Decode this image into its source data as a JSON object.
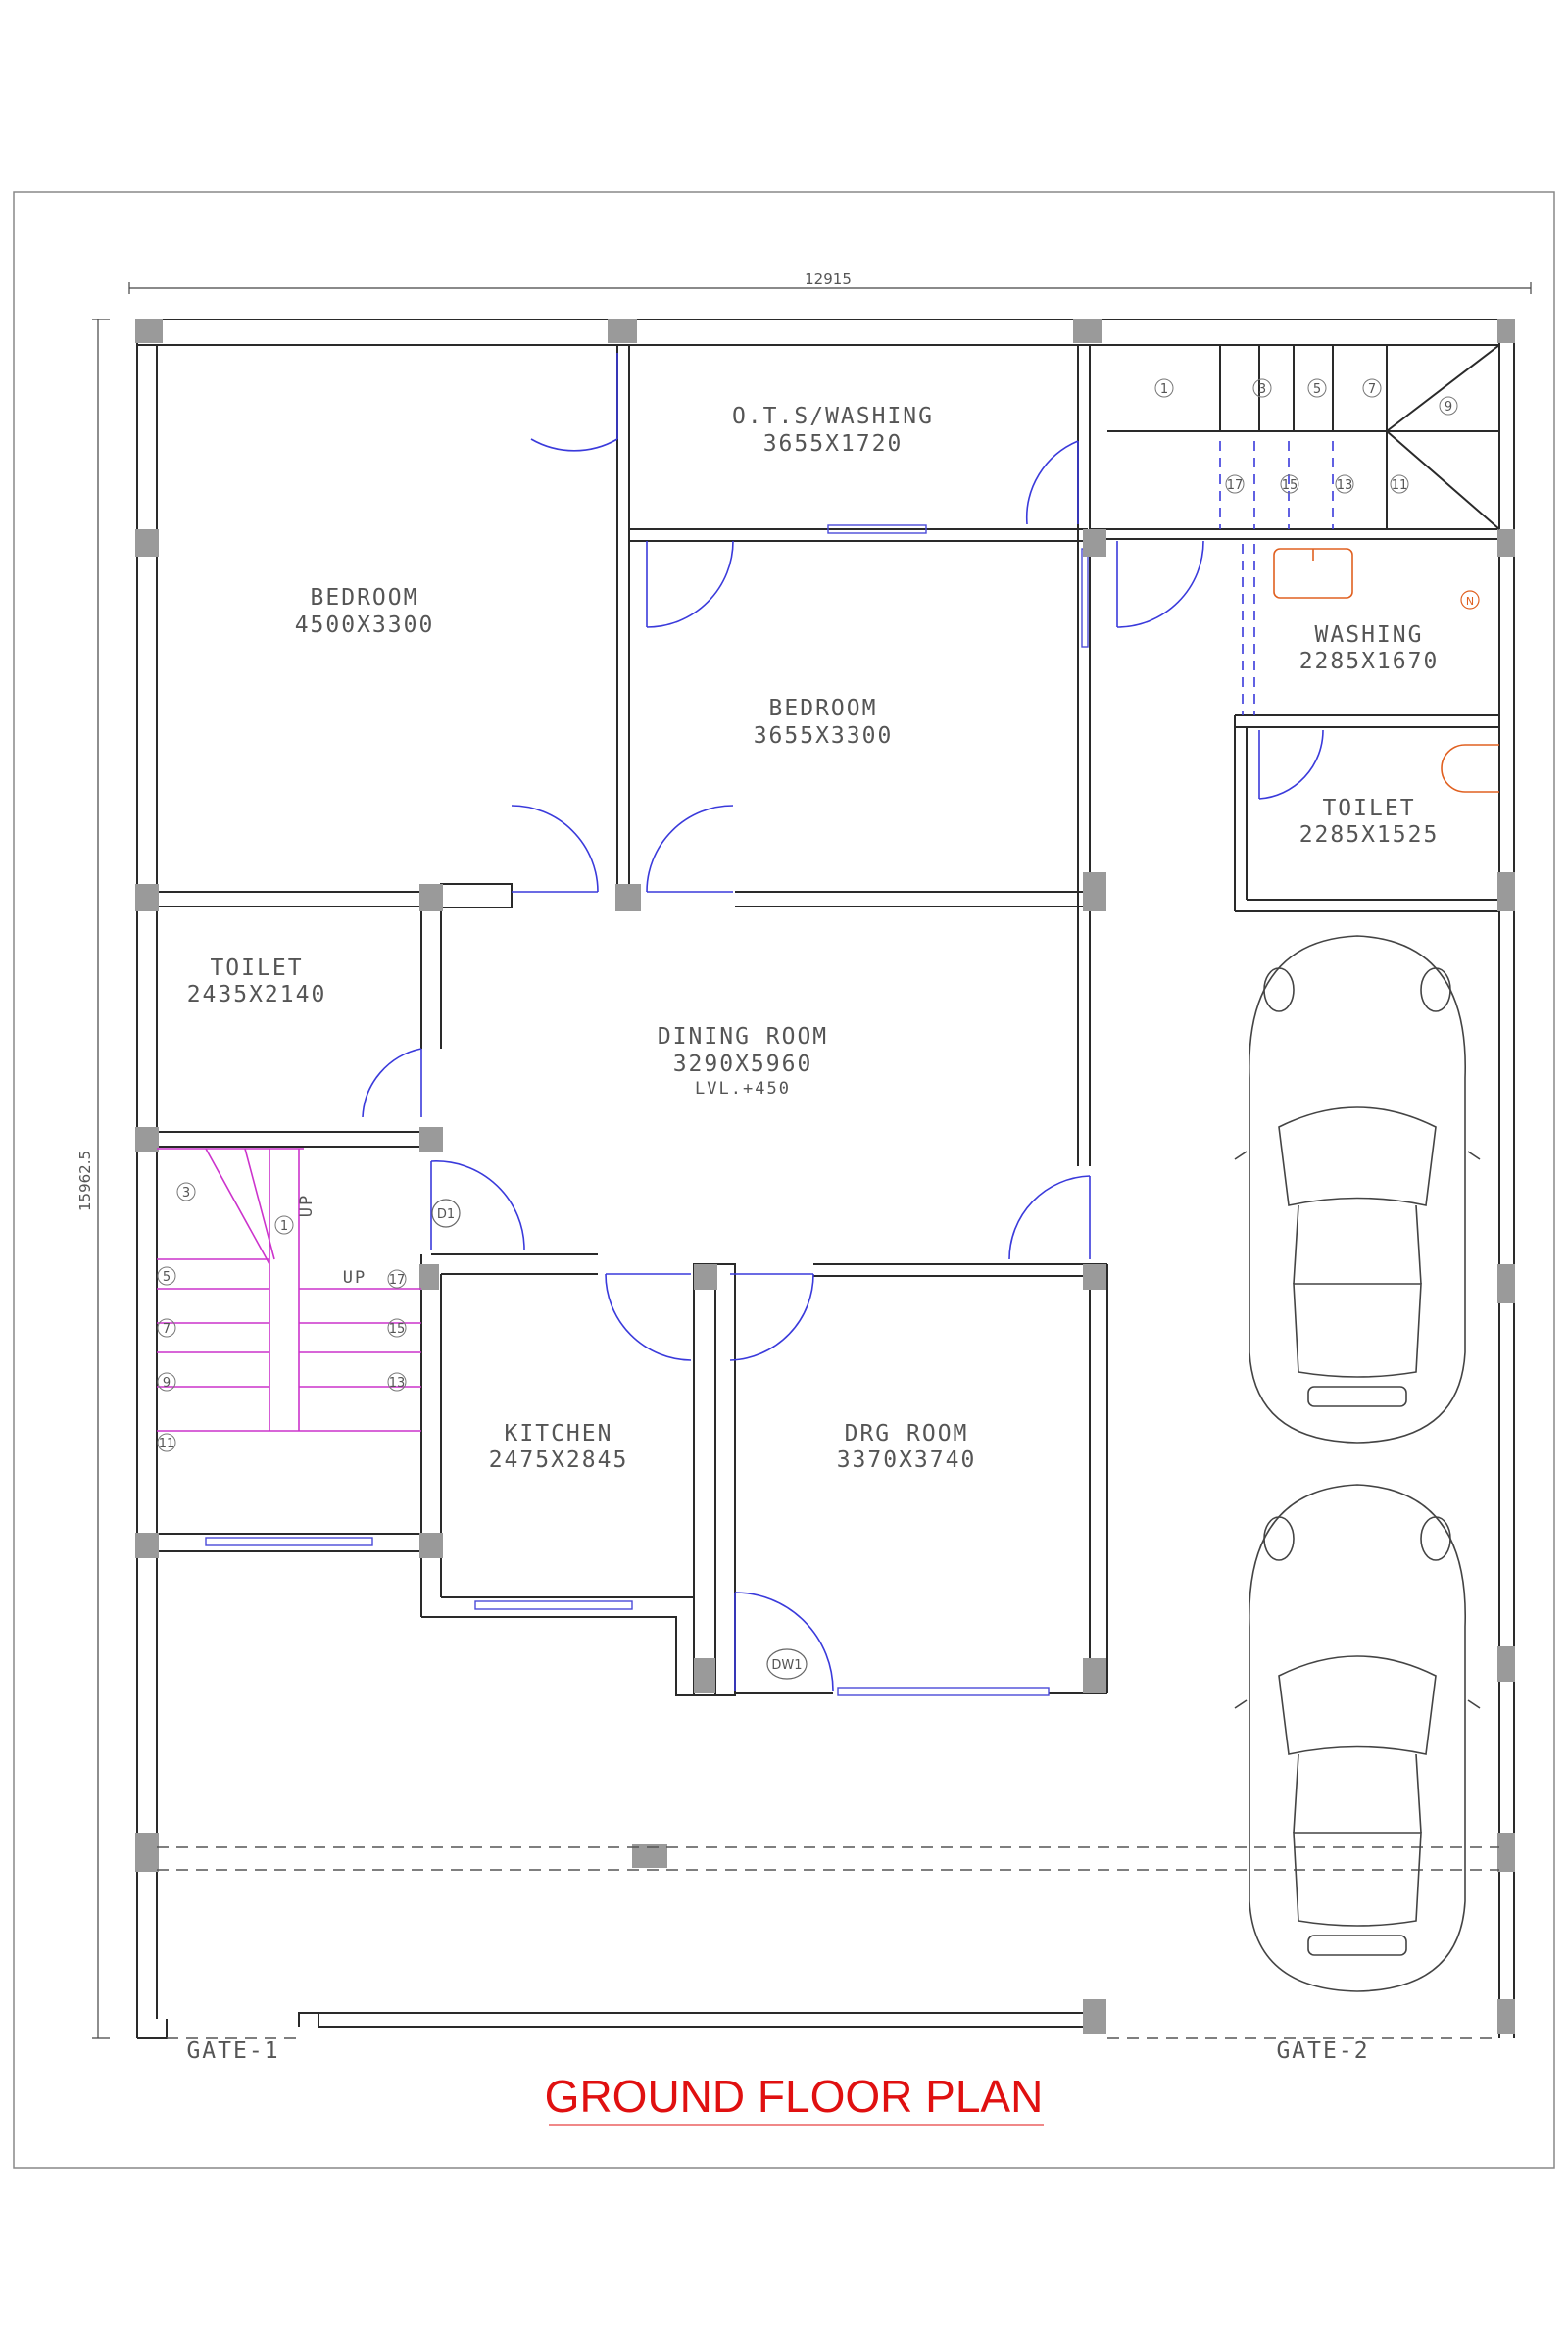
{
  "dimensions": {
    "width": "12915",
    "height": "15962.5"
  },
  "rooms": {
    "bedroom1": {
      "name": "BEDROOM",
      "size": "4500X3300"
    },
    "ots": {
      "name": "O.T.S/WASHING",
      "size": "3655X1720"
    },
    "bedroom2": {
      "name": "BEDROOM",
      "size": "3655X3300"
    },
    "washing": {
      "name": "WASHING",
      "size": "2285X1670"
    },
    "toilet2": {
      "name": "TOILET",
      "size": "2285X1525"
    },
    "toilet1": {
      "name": "TOILET",
      "size": "2435X2140"
    },
    "dining": {
      "name": "DINING ROOM",
      "size": "3290X5960",
      "level": "LVL.+450"
    },
    "kitchen": {
      "name": "KITCHEN",
      "size": "2475X2845"
    },
    "drawing": {
      "name": "DRG ROOM",
      "size": "3370X3740"
    }
  },
  "doors": {
    "d1": "D1",
    "dw1": "DW1"
  },
  "stairs": {
    "up1": "UP",
    "up2": "UP",
    "steps_lower": [
      "1",
      "3",
      "5",
      "7",
      "9",
      "11",
      "13",
      "15",
      "17"
    ],
    "steps_upper": [
      "1",
      "3",
      "5",
      "7",
      "9",
      "11",
      "13",
      "15",
      "17"
    ]
  },
  "north_marker": "N",
  "gates": {
    "gate1": "GATE-1",
    "gate2": "GATE-2"
  },
  "title": "GROUND FLOOR PLAN",
  "colors": {
    "title": "#e01010",
    "doors": "#3a3adb",
    "stair_lower": "#cc33cc",
    "fixtures": "#e06020",
    "columns": "#9a9a9a"
  }
}
